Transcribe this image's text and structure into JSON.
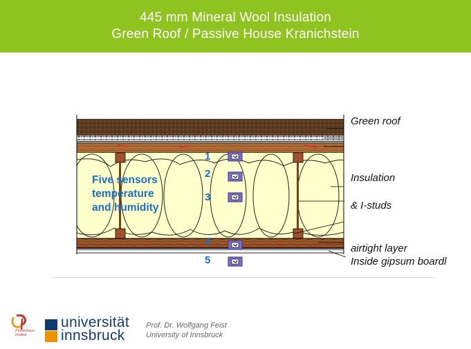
{
  "header": {
    "title_line1": "445 mm Mineral Wool Insulation",
    "title_line2": "Green Roof / Passive House Kranichstein",
    "background": "#8fc31f"
  },
  "diagram": {
    "labels": {
      "green_roof": "Green roof",
      "insulation": "Insulation",
      "i_studs": "& I-studs",
      "airtight": "airtight layer",
      "gipsum": "Inside gipsum boardl"
    },
    "sensor_text": [
      "Five sensors",
      "temperature",
      "and humidity"
    ],
    "sensor_numbers": [
      "1",
      "2",
      "3",
      "4",
      "5"
    ],
    "colors": {
      "soil": "#5a3a20",
      "insulation": "#ffffcc",
      "wood": "#a0522d",
      "sensor_box": "#7c6fc4",
      "sensor_label": "#1a6fc0"
    }
  },
  "footer": {
    "passivhaus_logo_text": "Passivhaus Institut",
    "university_line1": "universität",
    "university_line2": "innsbruck",
    "credit_line1": "Prof. Dr. Wolfgang Feist",
    "credit_line2": "University of Innsbruck"
  }
}
